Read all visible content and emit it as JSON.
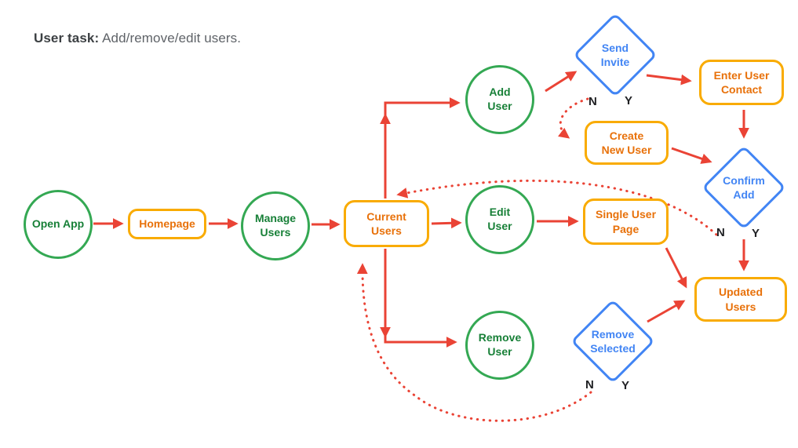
{
  "title": {
    "prefix": "User task:",
    "text": " Add/remove/edit users."
  },
  "nodes": {
    "open_app": {
      "label": "Open App"
    },
    "homepage": {
      "label": "Homepage"
    },
    "manage_users": {
      "line1": "Manage",
      "line2": "Users"
    },
    "current_users": {
      "line1": "Current",
      "line2": "Users"
    },
    "add_user": {
      "line1": "Add",
      "line2": "User"
    },
    "edit_user": {
      "line1": "Edit",
      "line2": "User"
    },
    "remove_user": {
      "line1": "Remove",
      "line2": "User"
    },
    "send_invite": {
      "line1": "Send",
      "line2": "Invite"
    },
    "confirm_add": {
      "line1": "Confirm",
      "line2": "Add"
    },
    "remove_selected": {
      "line1": "Remove",
      "line2": "Selected"
    },
    "enter_user_contact": {
      "line1": "Enter User",
      "line2": "Contact"
    },
    "create_new_user": {
      "line1": "Create",
      "line2": "New User"
    },
    "single_user_page": {
      "line1": "Single User",
      "line2": "Page"
    },
    "updated_users": {
      "line1": "Updated",
      "line2": "Users"
    }
  },
  "decision_labels": {
    "no": "N",
    "yes": "Y"
  },
  "colors": {
    "circle_border_green": "#34A853",
    "circle_text_green": "#188038",
    "rect_border_orange": "#F9AB00",
    "rect_text_orange": "#E8710A",
    "diamond_blue": "#4285F4",
    "arrow_red": "#EA4335",
    "title_bold": "#3C4043",
    "title_body": "#5F6368",
    "decision_label_black": "#202124"
  }
}
